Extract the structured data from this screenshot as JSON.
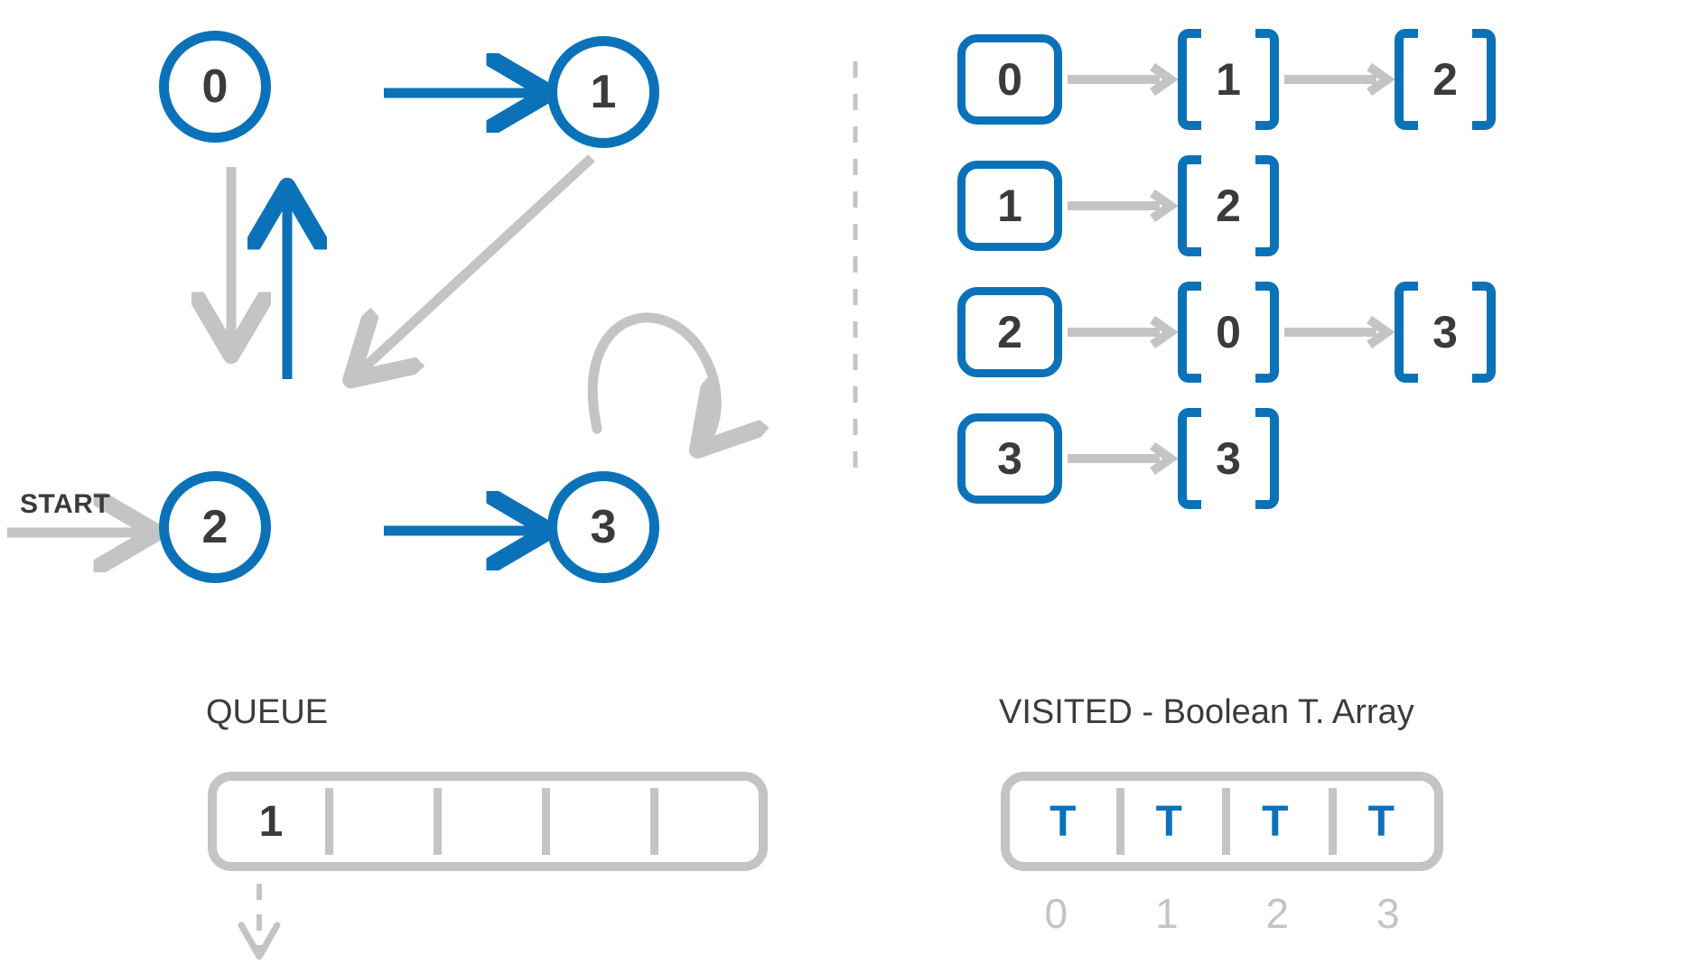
{
  "colors": {
    "accent_blue": "#0b72b9",
    "gray": "#c4c4c4",
    "text_dark": "#3b3b3b"
  },
  "graph": {
    "start_label": "START",
    "nodes": [
      {
        "id": "0",
        "label": "0"
      },
      {
        "id": "1",
        "label": "1"
      },
      {
        "id": "2",
        "label": "2"
      },
      {
        "id": "3",
        "label": "3"
      }
    ],
    "edges": [
      {
        "from": "0",
        "to": "1",
        "color": "blue"
      },
      {
        "from": "0",
        "to": "2",
        "color": "gray"
      },
      {
        "from": "2",
        "to": "0",
        "color": "blue"
      },
      {
        "from": "1",
        "to": "2",
        "color": "gray"
      },
      {
        "from": "2",
        "to": "3",
        "color": "blue"
      },
      {
        "from": "3",
        "to": "3",
        "color": "gray",
        "self_loop": true
      }
    ]
  },
  "adjacency_list": {
    "rows": [
      {
        "key": "0",
        "values": [
          "1",
          "2"
        ]
      },
      {
        "key": "1",
        "values": [
          "2"
        ]
      },
      {
        "key": "2",
        "values": [
          "0",
          "3"
        ]
      },
      {
        "key": "3",
        "values": [
          "3"
        ]
      }
    ]
  },
  "queue": {
    "title": "QUEUE",
    "slots": [
      "1",
      "",
      "",
      "",
      ""
    ]
  },
  "visited": {
    "title": "VISITED - Boolean T. Array",
    "slots": [
      "T",
      "T",
      "T",
      "T"
    ],
    "indices": [
      "0",
      "1",
      "2",
      "3"
    ]
  }
}
